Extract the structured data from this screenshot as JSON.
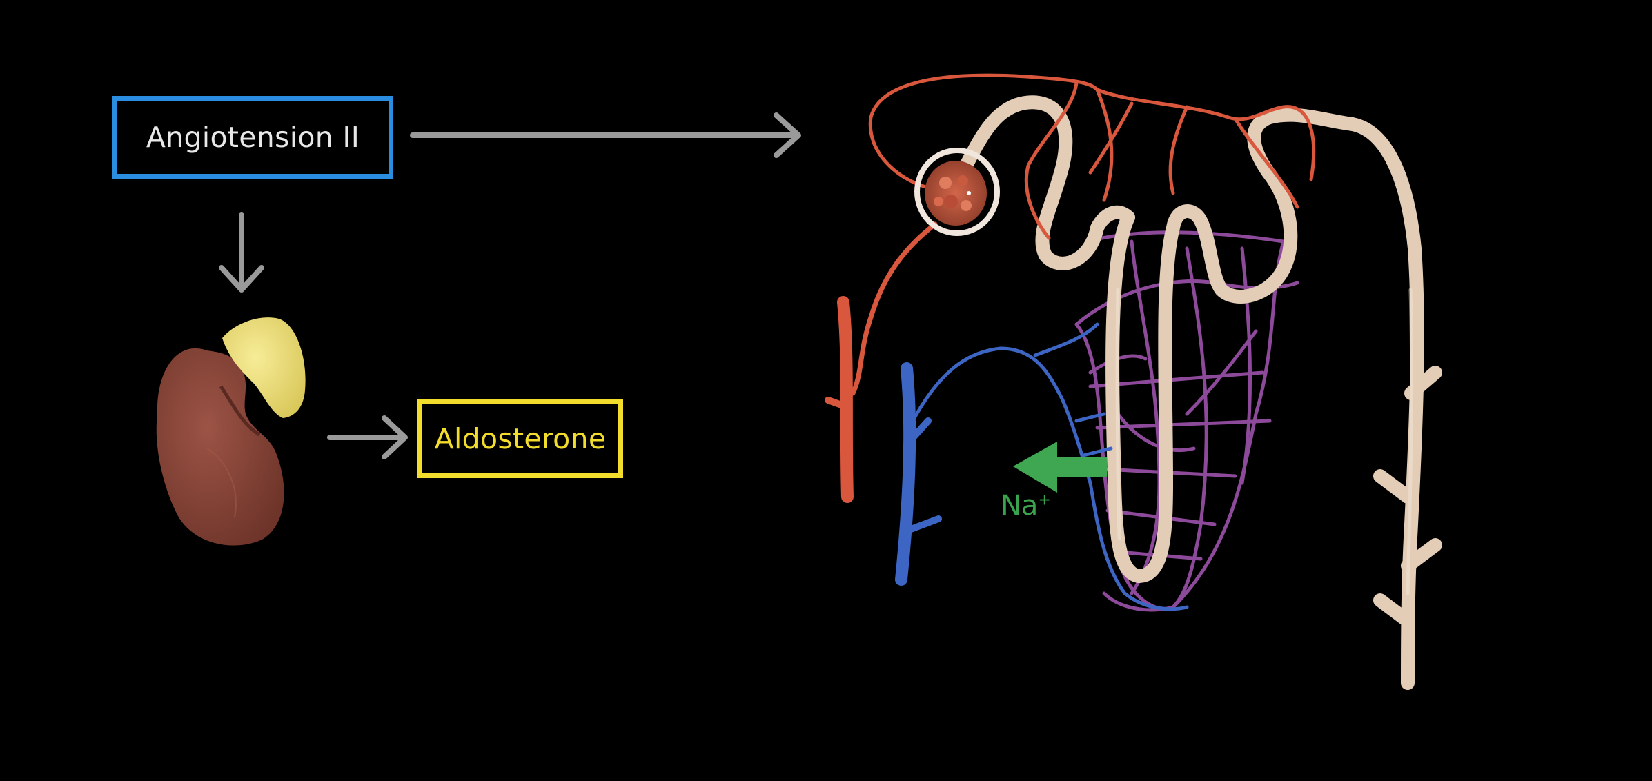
{
  "labels": {
    "hormone_1": "Angiotension II",
    "hormone_2": "Aldosterone",
    "ion": "Na",
    "ion_charge": "+"
  },
  "colors": {
    "background": "#000000",
    "angiotension_box": "#2b8de0",
    "aldosterone_box": "#f2dc2c",
    "arrow_gray": "#9a9a9a",
    "sodium_arrow": "#3fa752",
    "kidney": "#8a4438",
    "adrenal_gland": "#f0e07a",
    "tubule": "#e3cdb6",
    "artery": "#d9573d",
    "vein": "#3d66c4",
    "capillary": "#8e4a9a"
  },
  "icons": [
    "arrow-right-icon",
    "arrow-down-icon",
    "kidney-icon",
    "adrenal-gland-icon",
    "nephron-icon",
    "sodium-arrow-icon"
  ]
}
